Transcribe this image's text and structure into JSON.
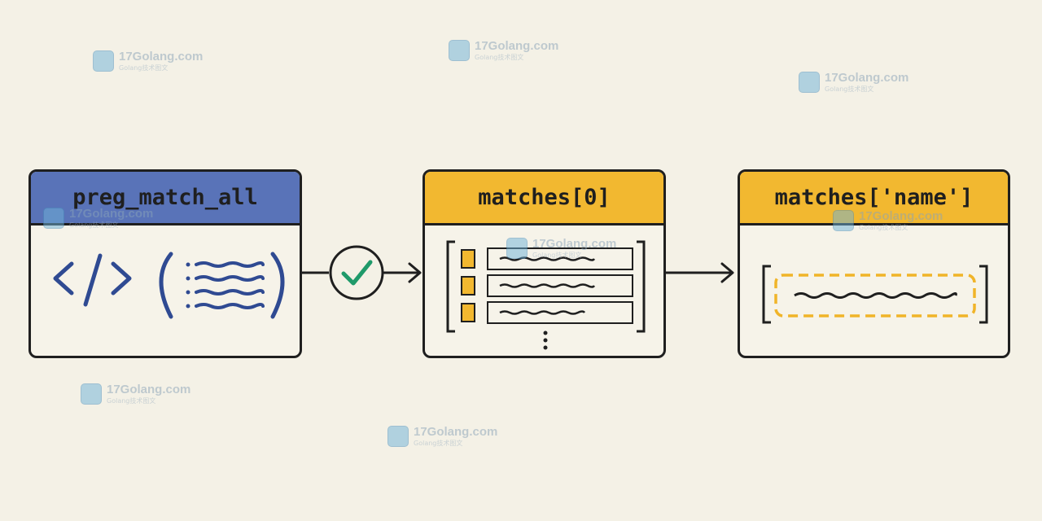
{
  "colors": {
    "blue_header": "#5973b8",
    "yellow_header": "#f2b830",
    "outline": "#1f1f1f",
    "ink_blue": "#2f4a92",
    "check_green": "#1f9a6a",
    "dashed_yellow": "#f0b429",
    "background": "#f4f1e6"
  },
  "nodes": [
    {
      "id": "preg",
      "title": "preg_match_all",
      "header_color": "blue",
      "icons": [
        "code-brackets-icon",
        "regex-lines-icon"
      ]
    },
    {
      "id": "matches0",
      "title": "matches[0]",
      "header_color": "yellow",
      "list_rows": 3,
      "continuation": "vertical-ellipsis"
    },
    {
      "id": "name",
      "title": "matches['name']",
      "header_color": "yellow",
      "content": "single-dashed-value"
    }
  ],
  "edges": [
    {
      "from": "preg",
      "to": "matches0",
      "marker": "check-circle-icon"
    },
    {
      "from": "matches0",
      "to": "name"
    }
  ],
  "watermark": {
    "site": "17Golang.com",
    "subtitle": "Golang技术图文"
  }
}
